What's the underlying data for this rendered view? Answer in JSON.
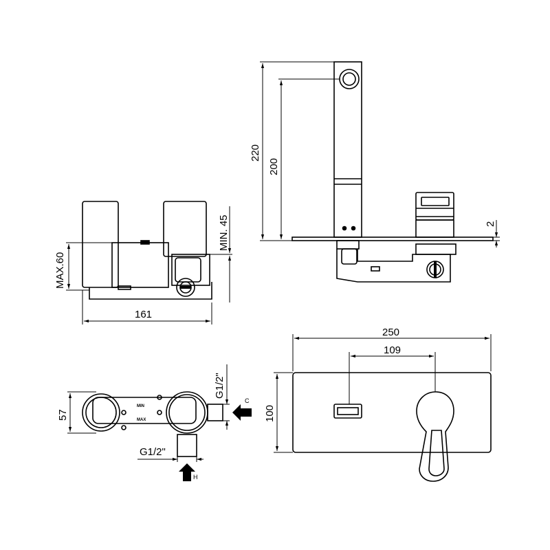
{
  "dimensions": {
    "spout_height": "220",
    "spout_outlet_height": "200",
    "plate_thickness": "2",
    "max_depth": "MAX.60",
    "min_depth": "MIN. 45",
    "body_width": "161",
    "plate_width": "250",
    "centers": "109",
    "plate_height": "100",
    "body_height": "57",
    "inlet_side": "G1/2\"",
    "inlet_bottom": "G1/2\""
  },
  "markings": {
    "min": "MIN",
    "max": "MAX"
  },
  "arrows": {
    "cold": "C",
    "hot": "H"
  }
}
